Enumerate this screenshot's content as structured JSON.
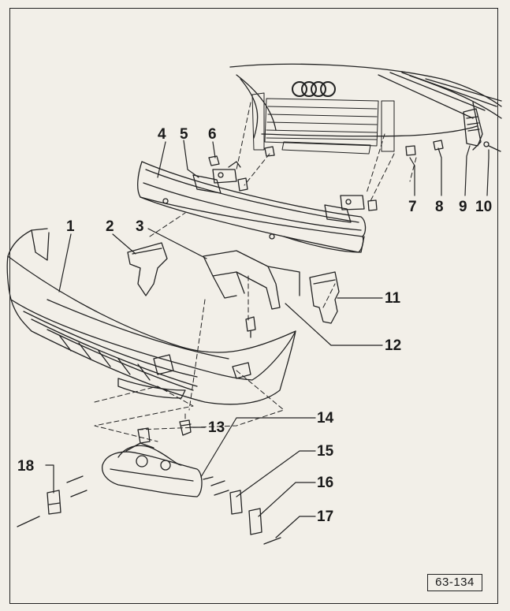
{
  "diagram": {
    "reference_code": "63-134",
    "labels": [
      "1",
      "2",
      "3",
      "4",
      "5",
      "6",
      "7",
      "8",
      "9",
      "10",
      "11",
      "12",
      "13",
      "14",
      "15",
      "16",
      "17",
      "18"
    ]
  }
}
